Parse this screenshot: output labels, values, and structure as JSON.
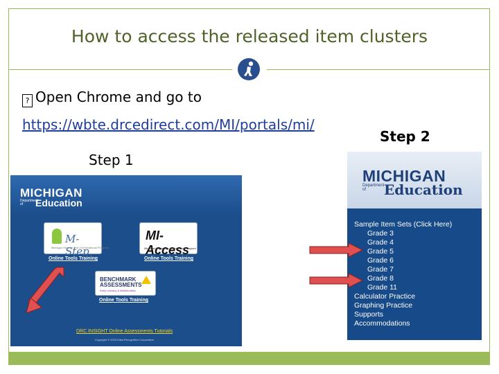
{
  "slide": {
    "title": "How to access the released item clusters",
    "bullet_glyph": "?",
    "bullet_text": "Open Chrome and go to",
    "link": "https://wbte.drcedirect.com/MI/portals/mi/",
    "step1_label": "Step 1",
    "step2_label": "Step 2",
    "colors": {
      "accent": "#9bbb59",
      "title": "#4f6228",
      "link": "#1f3d9a",
      "arrow": "#e05050"
    }
  },
  "portal": {
    "logo_michigan": "MICHIGAN",
    "logo_dept": "Department of",
    "logo_education": "Education",
    "mstep_name": "M-Step",
    "mstep_sub": "Michigan Student Test of Educational Progress",
    "mstep_link": "Online Tools Training",
    "access_name": "MI-Access",
    "access_sub": "Michigan's Alternate Assessment Program",
    "access_link": "Online Tools Training",
    "bench_line1": "BENCHMARK",
    "bench_line2": "ASSESSMENTS",
    "bench_sub": "Early Literacy & Mathematics",
    "bench_link": "Online Tools Training",
    "tutorials_link": "DRC INSIGHT Online Assessments Tutorials",
    "copyright": "Copyright © 2015 Data Recognition Corporation"
  },
  "sample_page": {
    "logo_michigan": "MICHIGAN",
    "logo_dept": "Department of",
    "logo_education": "Education",
    "menu": [
      "Sample Item Sets (Click Here)",
      "Grade 3",
      "Grade 4",
      "Grade 5",
      "Grade 6",
      "Grade 7",
      "Grade 8",
      "Grade 11",
      "Calculator Practice",
      "Graphing Practice",
      "Supports",
      "Accommodations"
    ]
  }
}
